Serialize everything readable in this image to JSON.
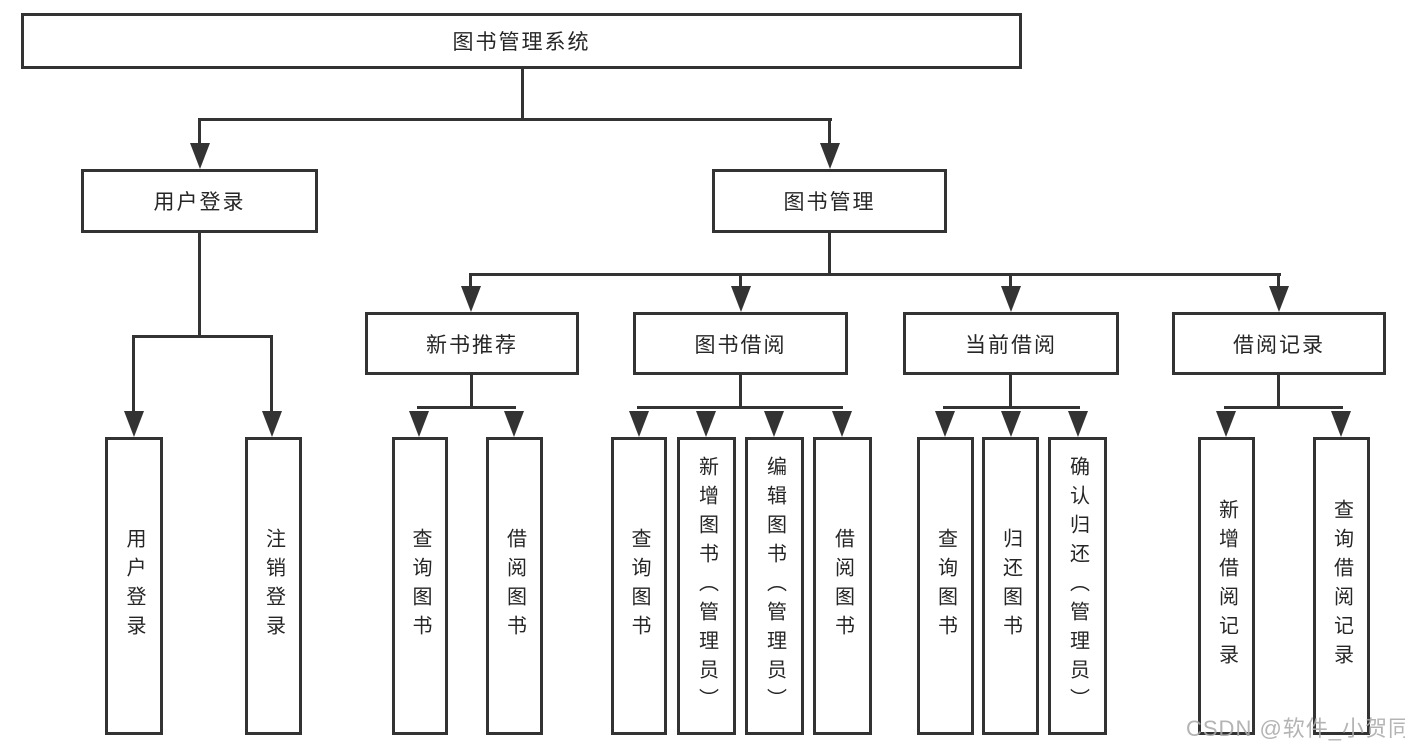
{
  "diagram": {
    "type": "tree",
    "watermark": "CSDN @软件_小贺同学",
    "colors": {
      "line": "#333333",
      "text": "#262626",
      "background": "#ffffff",
      "watermark": "#aaaaaa"
    },
    "nodes": {
      "root": {
        "label": "图书管理系统"
      },
      "user_login": {
        "label": "用户登录"
      },
      "book_mgmt": {
        "label": "图书管理"
      },
      "new_book_rec": {
        "label": "新书推荐"
      },
      "book_borrow": {
        "label": "图书借阅"
      },
      "current_borrow": {
        "label": "当前借阅"
      },
      "borrow_records": {
        "label": "借阅记录"
      },
      "ul_login": {
        "label": "用户登录"
      },
      "ul_logout": {
        "label": "注销登录"
      },
      "nb_query": {
        "label": "查询图书"
      },
      "nb_borrow": {
        "label": "借阅图书"
      },
      "bb_query": {
        "label": "查询图书"
      },
      "bb_add": {
        "label": "新增图书（管理员）"
      },
      "bb_edit": {
        "label": "编辑图书（管理员）"
      },
      "bb_borrow": {
        "label": "借阅图书"
      },
      "cb_query": {
        "label": "查询图书"
      },
      "cb_return": {
        "label": "归还图书"
      },
      "cb_confirm": {
        "label": "确认归还（管理员）"
      },
      "br_add": {
        "label": "新增借阅记录"
      },
      "br_query": {
        "label": "查询借阅记录"
      }
    },
    "edges": [
      [
        "root",
        "user_login"
      ],
      [
        "root",
        "book_mgmt"
      ],
      [
        "user_login",
        "ul_login"
      ],
      [
        "user_login",
        "ul_logout"
      ],
      [
        "book_mgmt",
        "new_book_rec"
      ],
      [
        "book_mgmt",
        "book_borrow"
      ],
      [
        "book_mgmt",
        "current_borrow"
      ],
      [
        "book_mgmt",
        "borrow_records"
      ],
      [
        "new_book_rec",
        "nb_query"
      ],
      [
        "new_book_rec",
        "nb_borrow"
      ],
      [
        "book_borrow",
        "bb_query"
      ],
      [
        "book_borrow",
        "bb_add"
      ],
      [
        "book_borrow",
        "bb_edit"
      ],
      [
        "book_borrow",
        "bb_borrow"
      ],
      [
        "current_borrow",
        "cb_query"
      ],
      [
        "current_borrow",
        "cb_return"
      ],
      [
        "current_borrow",
        "cb_confirm"
      ],
      [
        "borrow_records",
        "br_add"
      ],
      [
        "borrow_records",
        "br_query"
      ]
    ]
  }
}
